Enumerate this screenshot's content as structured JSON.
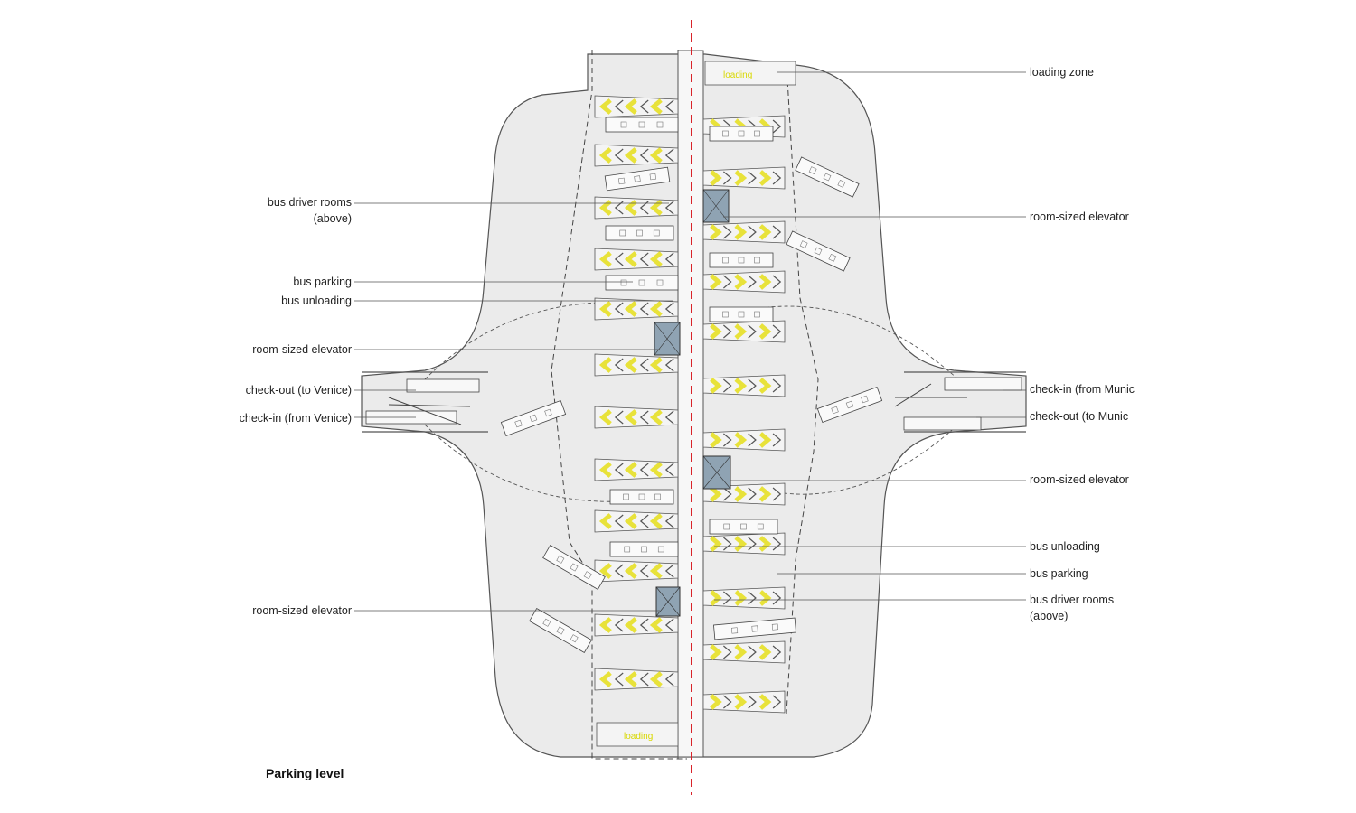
{
  "title": "Parking level",
  "zone_text": "loading",
  "labels_left": [
    {
      "id": "bus-driver-rooms-left",
      "lines": [
        "bus driver rooms",
        "(above)"
      ]
    },
    {
      "id": "bus-parking-left",
      "lines": [
        "bus parking"
      ]
    },
    {
      "id": "bus-unloading-left",
      "lines": [
        "bus unloading"
      ]
    },
    {
      "id": "room-sized-elevator-left-1",
      "lines": [
        "room-sized elevator"
      ]
    },
    {
      "id": "check-out-venice",
      "lines": [
        "check-out (to Venice)"
      ]
    },
    {
      "id": "check-in-venice",
      "lines": [
        "check-in (from Venice)"
      ]
    },
    {
      "id": "room-sized-elevator-left-2",
      "lines": [
        "room-sized elevator"
      ]
    }
  ],
  "labels_right": [
    {
      "id": "loading-zone",
      "lines": [
        "loading zone"
      ]
    },
    {
      "id": "room-sized-elevator-right-1",
      "lines": [
        "room-sized elevator"
      ]
    },
    {
      "id": "check-in-munich",
      "lines": [
        "check-in (from Munic"
      ]
    },
    {
      "id": "check-out-munich",
      "lines": [
        "check-out  (to Munic"
      ]
    },
    {
      "id": "room-sized-elevator-right-2",
      "lines": [
        "room-sized elevator"
      ]
    },
    {
      "id": "bus-unloading-right",
      "lines": [
        "bus unloading"
      ]
    },
    {
      "id": "bus-parking-right",
      "lines": [
        "bus parking"
      ]
    },
    {
      "id": "bus-driver-rooms-right",
      "lines": [
        "bus driver rooms",
        "(above)"
      ]
    }
  ],
  "colors": {
    "floor": "#ebebeb",
    "chevron": "#e8e23a",
    "chevron_bg": "#f4f4f4",
    "centerline": "#d9232a",
    "outline": "#555555",
    "elevator": "#8fa3b3"
  }
}
